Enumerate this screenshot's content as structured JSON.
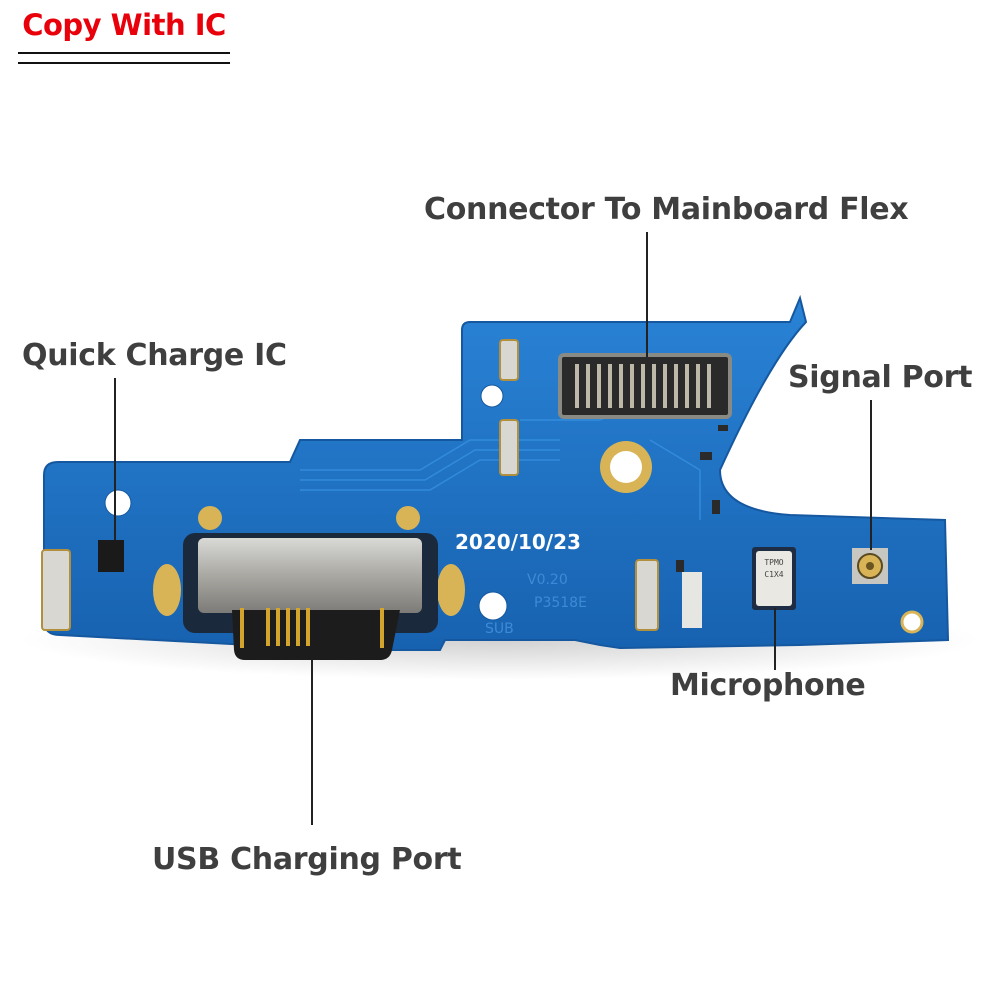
{
  "badge": {
    "text": "Copy With IC",
    "color": "#e8000b"
  },
  "labels": {
    "connector": "Connector To Mainboard Flex",
    "quick_charge": "Quick Charge IC",
    "signal_port": "Signal Port",
    "microphone": "Microphone",
    "usb_port": "USB Charging Port"
  },
  "board": {
    "date_print": "2020/10/23",
    "version_print": "V0.20",
    "part_print": "P3518E",
    "side_print": "SUB",
    "mic_print": [
      "TPMO",
      "C1X4"
    ],
    "pcb_color": "#1e73c4",
    "gold_color": "#d8b457"
  }
}
